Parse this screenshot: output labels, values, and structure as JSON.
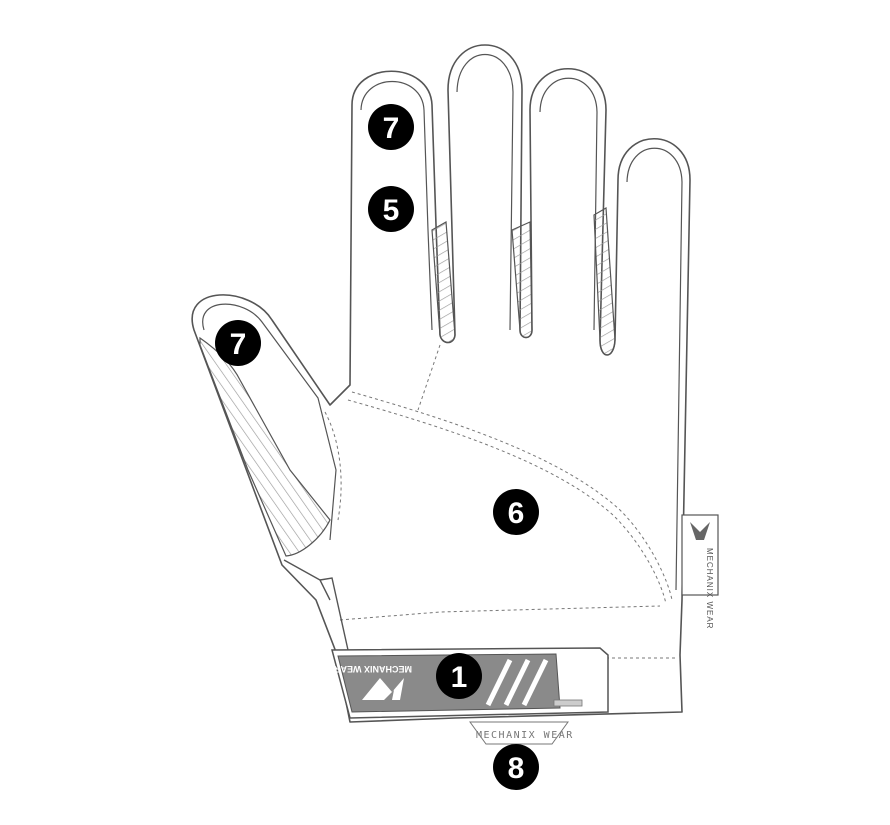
{
  "diagram": {
    "callouts": [
      {
        "id": "finger-tip",
        "label": "7"
      },
      {
        "id": "finger-side",
        "label": "5"
      },
      {
        "id": "thumb-tip",
        "label": "7"
      },
      {
        "id": "palm",
        "label": "6"
      },
      {
        "id": "closure",
        "label": "1"
      },
      {
        "id": "cuff",
        "label": "8"
      }
    ],
    "cuff_tab_text": "MECHANIX WEAR",
    "closure_brand_text": "MECHANIX WEAR",
    "side_tag_text": "MECHANIX WEAR"
  },
  "colors": {
    "outline": "#555555",
    "hatch": "#9a9a9a",
    "callout_fill": "#000000",
    "background": "#ffffff"
  }
}
